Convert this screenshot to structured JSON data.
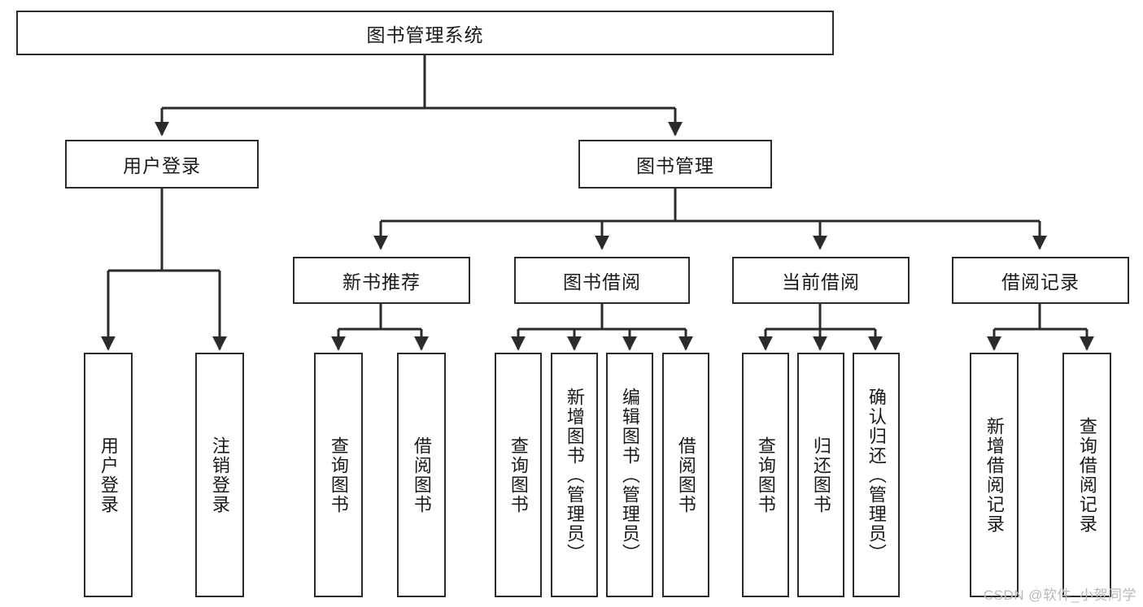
{
  "diagram": {
    "title": "图书管理系统",
    "type": "hierarchy-tree",
    "orientation": "top-down",
    "levels": 4,
    "root": {
      "id": "root",
      "label": "图书管理系统",
      "text_direction": "horizontal"
    },
    "level2": [
      {
        "id": "user-login",
        "label": "用户登录",
        "text_direction": "horizontal"
      },
      {
        "id": "book-manage",
        "label": "图书管理",
        "text_direction": "horizontal"
      }
    ],
    "level3": [
      {
        "id": "new-book-rec",
        "label": "新书推荐",
        "text_direction": "horizontal",
        "parent": "book-manage"
      },
      {
        "id": "book-borrow",
        "label": "图书借阅",
        "text_direction": "horizontal",
        "parent": "book-manage"
      },
      {
        "id": "current-borrow",
        "label": "当前借阅",
        "text_direction": "horizontal",
        "parent": "book-manage"
      },
      {
        "id": "borrow-record",
        "label": "借阅记录",
        "text_direction": "horizontal",
        "parent": "book-manage"
      }
    ],
    "leaves": {
      "user_login": [
        {
          "id": "leaf-user-login",
          "label": "用户登录",
          "text_direction": "vertical"
        },
        {
          "id": "leaf-logout",
          "label": "注销登录",
          "text_direction": "vertical"
        }
      ],
      "new_book_rec": [
        {
          "id": "leaf-query-book-1",
          "label": "查询图书",
          "text_direction": "vertical"
        },
        {
          "id": "leaf-borrow-book-1",
          "label": "借阅图书",
          "text_direction": "vertical"
        }
      ],
      "book_borrow": [
        {
          "id": "leaf-query-book-2",
          "label": "查询图书",
          "text_direction": "vertical"
        },
        {
          "id": "leaf-add-book",
          "label": "新增图书（管理员）",
          "text_direction": "vertical"
        },
        {
          "id": "leaf-edit-book",
          "label": "编辑图书（管理员）",
          "text_direction": "vertical"
        },
        {
          "id": "leaf-borrow-book-2",
          "label": "借阅图书",
          "text_direction": "vertical"
        }
      ],
      "current_borrow": [
        {
          "id": "leaf-query-book-3",
          "label": "查询图书",
          "text_direction": "vertical"
        },
        {
          "id": "leaf-return-book",
          "label": "归还图书",
          "text_direction": "vertical"
        },
        {
          "id": "leaf-confirm-return",
          "label": "确认归还（管理员）",
          "text_direction": "vertical"
        }
      ],
      "borrow_record": [
        {
          "id": "leaf-add-record",
          "label": "新增借阅记录",
          "text_direction": "vertical"
        },
        {
          "id": "leaf-query-record",
          "label": "查询借阅记录",
          "text_direction": "vertical"
        }
      ]
    }
  },
  "watermark": {
    "text": "CSDN @软件_小贺同学"
  },
  "colors": {
    "border": "#2b2b2b",
    "background": "#ffffff",
    "text": "#1a1a1a",
    "watermark": "#b9b9b9"
  }
}
